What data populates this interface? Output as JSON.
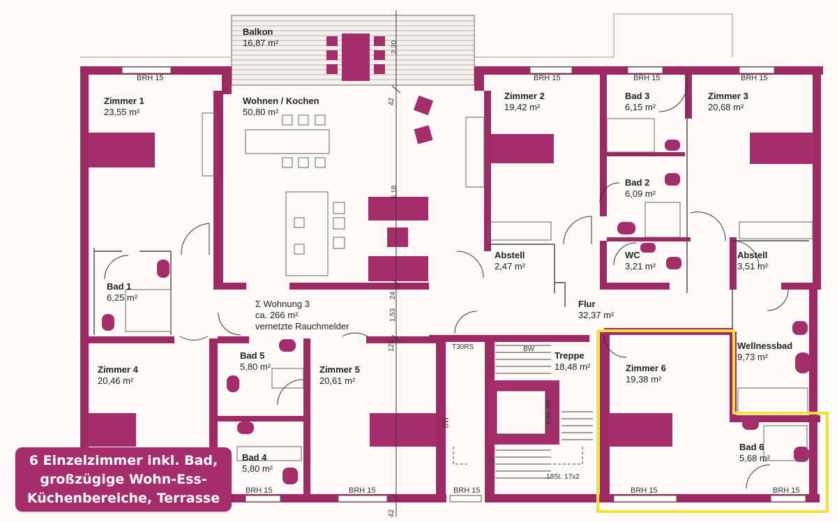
{
  "colors": {
    "wall": "#9e2a64",
    "furniture": "#a62d6b",
    "highlight": "#f2e233",
    "banner_bg": "#a62d6b"
  },
  "rooms": {
    "balkon": {
      "name": "Balkon",
      "area": "16,87 m²"
    },
    "zimmer1": {
      "name": "Zimmer 1",
      "area": "23,55 m²"
    },
    "wohnen": {
      "name": "Wohnen / Kochen",
      "area": "50,80 m²"
    },
    "zimmer2": {
      "name": "Zimmer 2",
      "area": "19,42 m²"
    },
    "bad3": {
      "name": "Bad 3",
      "area": "6,15 m²"
    },
    "zimmer3": {
      "name": "Zimmer 3",
      "area": "20,68 m²"
    },
    "bad2": {
      "name": "Bad 2",
      "area": "6,09 m²"
    },
    "abstell1": {
      "name": "Abstell",
      "area": "2,47 m²"
    },
    "wc": {
      "name": "WC",
      "area": "3,21 m²"
    },
    "abstell2": {
      "name": "Abstell",
      "area": "3,51 m²"
    },
    "bad1": {
      "name": "Bad 1",
      "area": "6,25 m²"
    },
    "flur": {
      "name": "Flur",
      "area": "32,37 m²"
    },
    "wellnessbad": {
      "name": "Wellnessbad",
      "area": "9,73 m²"
    },
    "zimmer4": {
      "name": "Zimmer 4",
      "area": "20,46 m²"
    },
    "bad5": {
      "name": "Bad 5",
      "area": "5,80 m²"
    },
    "zimmer5": {
      "name": "Zimmer 5",
      "area": "20,61 m²"
    },
    "treppe": {
      "name": "Treppe",
      "area": "18,48 m²"
    },
    "zimmer6": {
      "name": "Zimmer 6",
      "area": "19,38 m²"
    },
    "bad4": {
      "name": "Bad 4",
      "area": "5,80 m²"
    },
    "bad6": {
      "name": "Bad 6",
      "area": "5,68 m²"
    }
  },
  "summary": {
    "line1": "Σ Wohnung 3",
    "line2": "ca. 266 m²",
    "line3": "vernetzte Rauchmelder"
  },
  "brh_label": "BRH 15",
  "dimensions": {
    "d1": "2,20",
    "d2": "42",
    "d3": "6,18",
    "d4": "24",
    "d5": "1,53",
    "d6": "125",
    "d7": "42"
  },
  "stair_texts": {
    "t30": "T30RS",
    "bw1": "BW",
    "bw2": "BW",
    "f90": "F90-AB",
    "steps": "18St. 17x2"
  },
  "banner": {
    "line1": "6 Einzelzimmer inkl. Bad,",
    "line2": "großzügige Wohn-Ess-",
    "line3": "Küchenbereiche, Terrasse"
  }
}
